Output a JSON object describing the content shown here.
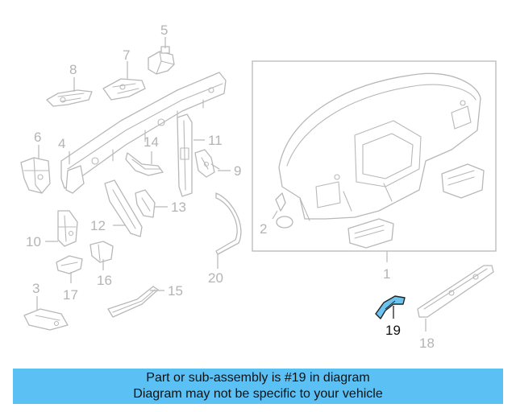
{
  "diagram": {
    "callouts": [
      {
        "id": "1",
        "label": "1"
      },
      {
        "id": "2",
        "label": "2"
      },
      {
        "id": "3",
        "label": "3"
      },
      {
        "id": "4",
        "label": "4"
      },
      {
        "id": "5",
        "label": "5"
      },
      {
        "id": "6",
        "label": "6"
      },
      {
        "id": "7",
        "label": "7"
      },
      {
        "id": "8",
        "label": "8"
      },
      {
        "id": "9",
        "label": "9"
      },
      {
        "id": "10",
        "label": "10"
      },
      {
        "id": "11",
        "label": "11"
      },
      {
        "id": "12",
        "label": "12"
      },
      {
        "id": "13",
        "label": "13"
      },
      {
        "id": "14",
        "label": "14"
      },
      {
        "id": "15",
        "label": "15"
      },
      {
        "id": "16",
        "label": "16"
      },
      {
        "id": "17",
        "label": "17"
      },
      {
        "id": "18",
        "label": "18"
      },
      {
        "id": "19",
        "label": "19"
      },
      {
        "id": "20",
        "label": "20"
      }
    ],
    "highlighted_part": "19",
    "highlight_color": "#6cc4ee",
    "line_color": "#b8b8b8"
  },
  "banner": {
    "line1": "Part or sub-assembly is #19 in diagram",
    "line2": "Diagram may not be specific to your vehicle",
    "background": "#5bc1f4"
  }
}
